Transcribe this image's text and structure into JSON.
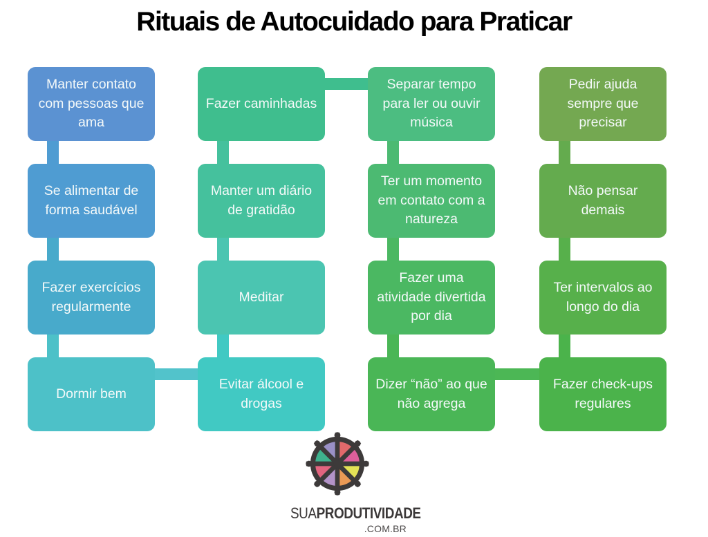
{
  "title": "Rituais de Autocuidado para Praticar",
  "diagram": {
    "columns": [
      {
        "boxes": [
          {
            "label": "Manter contato com pessoas que ama",
            "color": "#5b92d2"
          },
          {
            "label": "Se alimentar de forma saudável",
            "color": "#4f9cd2"
          },
          {
            "label": "Fazer exercícios regularmente",
            "color": "#48aacb"
          },
          {
            "label": "Dormir bem",
            "color": "#4dc1c8"
          }
        ]
      },
      {
        "boxes": [
          {
            "label": "Fazer caminhadas",
            "color": "#3fbe8e"
          },
          {
            "label": "Manter um diário de gratidão",
            "color": "#45c19d"
          },
          {
            "label": "Meditar",
            "color": "#4bc5b1"
          },
          {
            "label": "Evitar álcool e drogas",
            "color": "#41c9c3"
          }
        ]
      },
      {
        "boxes": [
          {
            "label": "Separar tempo para ler ou ouvir música",
            "color": "#4cbd81"
          },
          {
            "label": "Ter um momento em contato com a natureza",
            "color": "#4cba72"
          },
          {
            "label": "Fazer uma atividade divertida por dia",
            "color": "#4bb862"
          },
          {
            "label": "Dizer “não” ao que não agrega",
            "color": "#4ab656"
          }
        ]
      },
      {
        "boxes": [
          {
            "label": "Pedir ajuda sempre que precisar",
            "color": "#74a851"
          },
          {
            "label": "Não pensar demais",
            "color": "#64ab4e"
          },
          {
            "label": "Ter intervalos ao longo do dia",
            "color": "#57b04b"
          },
          {
            "label": "Fazer check-ups regulares",
            "color": "#4bb34b"
          }
        ]
      }
    ],
    "horizontal_connectors": [
      {
        "from_col": 2,
        "to_col": 3,
        "row": 1,
        "color": "#3fbe8e"
      },
      {
        "from_col": 1,
        "to_col": 2,
        "row": 4,
        "color": "#52c3cb"
      },
      {
        "from_col": 3,
        "to_col": 4,
        "row": 4,
        "color": "#4cb755"
      }
    ]
  },
  "logo": {
    "brand_prefix": "SUA",
    "brand_main": "PRODUTIVIDADE",
    "brand_suffix": ".COM.BR",
    "wheel_colors": [
      "#e2696b",
      "#dd5f9b",
      "#e3e156",
      "#eb9a55",
      "#b393c8",
      "#e2647f",
      "#3eb18d",
      "#9a90c6"
    ],
    "wheel_frame_color": "#3d3a3a"
  }
}
